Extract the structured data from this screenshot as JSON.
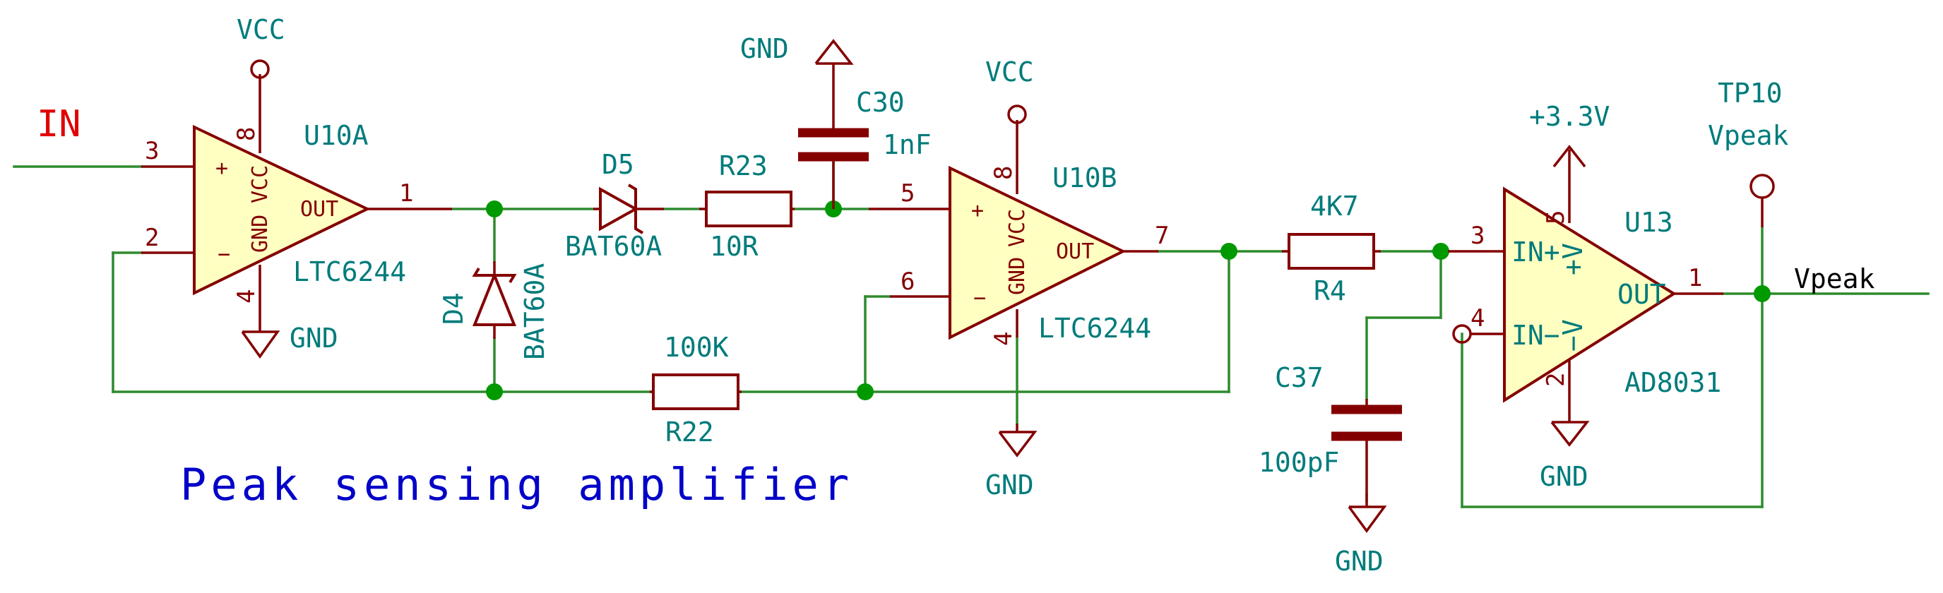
{
  "title": "Peak sensing amplifier",
  "input_label": "IN",
  "output_label": "Vpeak",
  "power": {
    "vcc": "VCC",
    "gnd": "GND",
    "v33": "+3.3V"
  },
  "components": {
    "u10a": {
      "ref": "U10A",
      "value": "LTC6244",
      "pins": {
        "in_plus": "3",
        "in_minus": "2",
        "out": "1",
        "vcc": "8",
        "gnd": "4"
      }
    },
    "u10b": {
      "ref": "U10B",
      "value": "LTC6244",
      "pins": {
        "in_plus": "5",
        "in_minus": "6",
        "out": "7",
        "vcc": "8",
        "gnd": "4"
      }
    },
    "u13": {
      "ref": "U13",
      "value": "AD8031",
      "pins": {
        "in_plus": "3",
        "in_minus": "4",
        "out": "1",
        "vs_plus": "5",
        "vs_minus": "2"
      }
    },
    "d5": {
      "ref": "D5",
      "value": "BAT60A"
    },
    "d4": {
      "ref": "D4",
      "value": "BAT60A"
    },
    "r23": {
      "ref": "R23",
      "value": "10R"
    },
    "r22": {
      "ref": "R22",
      "value": "100K"
    },
    "r4": {
      "ref": "R4",
      "value": "4K7"
    },
    "c30": {
      "ref": "C30",
      "value": "1nF"
    },
    "c37": {
      "ref": "C37",
      "value": "100pF"
    },
    "tp10": {
      "ref": "TP10",
      "value": "Vpeak"
    }
  },
  "opamp_pin_names": {
    "plus": "+",
    "minus": "−",
    "out": "OUT",
    "vcc": "VCC",
    "gnd": "GND",
    "in_plus": "IN+",
    "in_minus": "IN−",
    "vs_plus": "+V",
    "vs_minus": "−V"
  },
  "colors": {
    "wire": "#2e8b2e",
    "component": "#840000",
    "body_fill": "#ffffc2",
    "label": "#007b7b",
    "junction": "#009900",
    "title": "#0000c8",
    "input": "#e00000"
  }
}
